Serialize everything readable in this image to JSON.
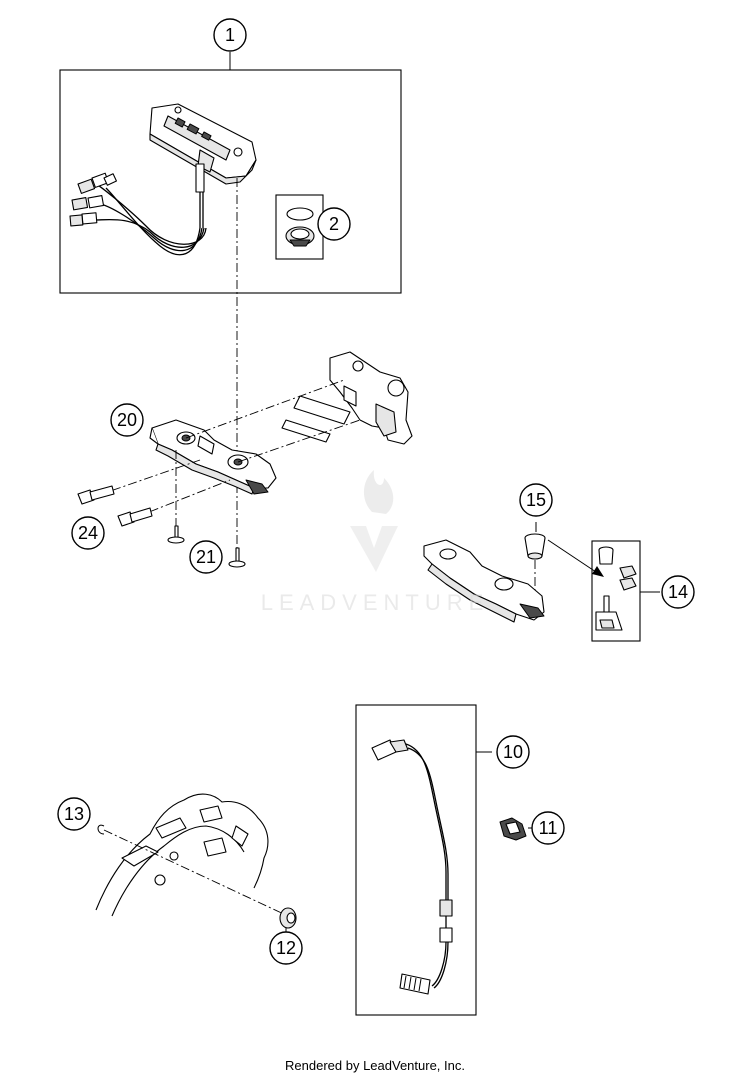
{
  "watermark": {
    "text": "LEADVENTURE"
  },
  "footer": {
    "text": "Rendered by LeadVenture, Inc."
  },
  "callouts": {
    "c1": "1",
    "c2": "2",
    "c10": "10",
    "c11": "11",
    "c12": "12",
    "c13": "13",
    "c14": "14",
    "c15": "15",
    "c20": "20",
    "c21": "21",
    "c24": "24"
  }
}
